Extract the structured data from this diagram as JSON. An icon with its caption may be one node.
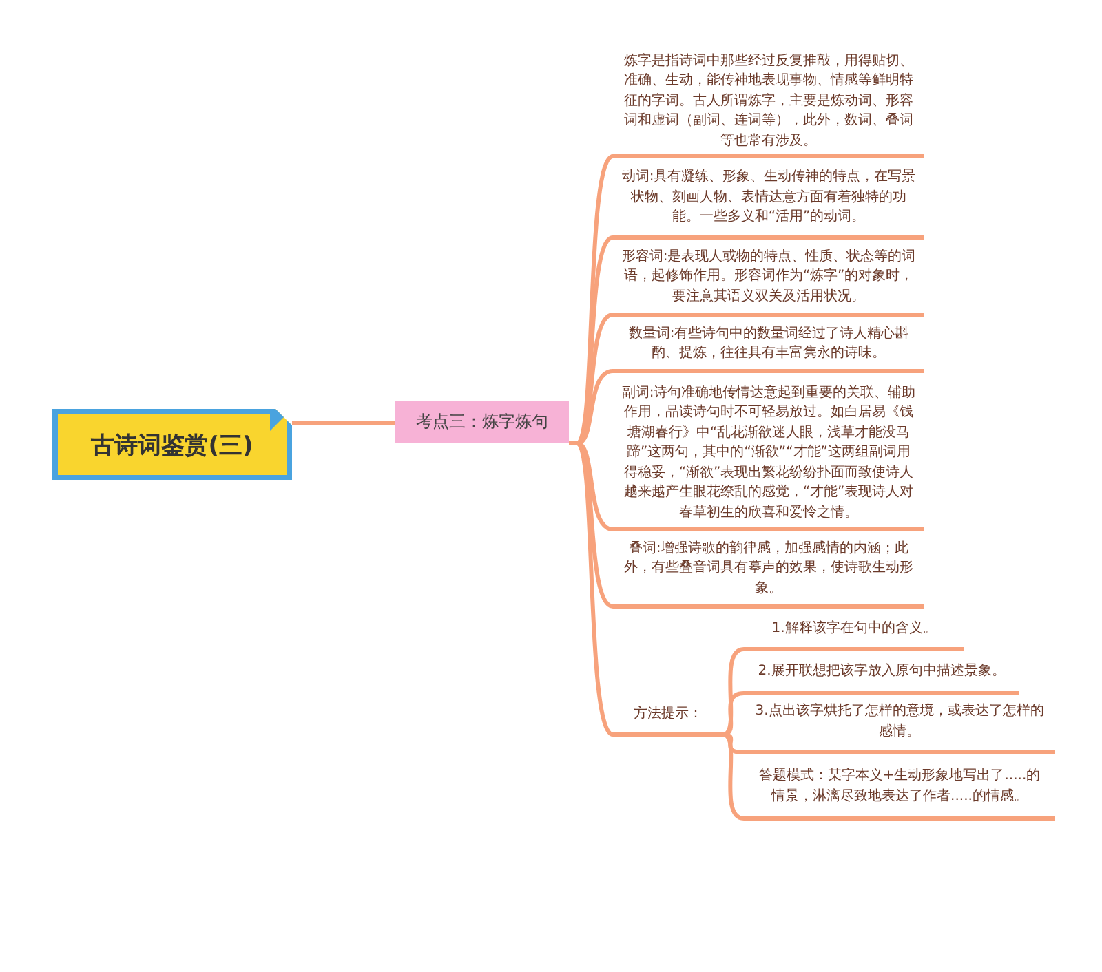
{
  "diagram": {
    "nodes": [
      {
        "text": [
          "古诗词鉴赏(三)"
        ]
      },
      {
        "text": [
          "考点三：炼字炼句"
        ]
      },
      {
        "text": [
          "炼字是指诗词中那些经过反复推敲，用得贴切、准确、生动，能传神地表现事物、情感等鲜明特征的字词。古人所谓炼字，主要是炼动词、形容词和虚词（副词、连词等），此外，数词、叠词等也常有涉及。"
        ]
      },
      {
        "text": [
          "动词:具有凝练、形象、生动传神的特点，在写景状物、刻画人物、表情达意方面有着独特的功能。一些多义和“活用”的动词。"
        ]
      },
      {
        "text": [
          "形容词:是表现人或物的特点、性质、状态等的词语，起修饰作用。形容词作为“炼字”的对象时，要注意其语义双关及活用状况。"
        ]
      },
      {
        "text": [
          "数量词:有些诗句中的数量词经过了诗人精心斟酌、提炼，往往具有丰富隽永的诗味。"
        ]
      },
      {
        "text": [
          "副词:诗句准确地传情达意起到重要的关联、辅助作用，品读诗句时不可轻易放过。如白居易《钱塘湖春行》中“乱花渐欲迷人眼，浅草才能没马蹄”这两句，其中的“渐欲”“才能”这两组副词用得稳妥，“渐欲”表现出繁花纷纷扑面而致使诗人越来越产生眼花缭乱的感觉，“才能”表现诗人对春草初生的欣喜和爱怜之情。"
        ]
      },
      {
        "text": [
          "叠词:增强诗歌的韵律感，加强感情的内涵；此外，有些叠音词具有摹声的效果，使诗歌生动形象。"
        ]
      },
      {
        "text": [
          "方法提示："
        ]
      },
      {
        "text": [
          "1.解释该字在句中的含义。"
        ]
      },
      {
        "text": [
          "2.展开联想把该字放入原句中描述景象。"
        ]
      },
      {
        "text": [
          "3.点出该字烘托了怎样的意境，或表达了怎样的感情。"
        ]
      },
      {
        "text": [
          "答题模式：某字本义+生动形象地写出了.....的情景，淋漓尽致地表达了作者.....的情感。"
        ]
      }
    ],
    "edges": [
      {
        "from": 0,
        "to": 1,
        "arrow": "none"
      },
      {
        "from": 1,
        "to": 2,
        "arrow": "none"
      },
      {
        "from": 1,
        "to": 3,
        "arrow": "none"
      },
      {
        "from": 1,
        "to": 4,
        "arrow": "none"
      },
      {
        "from": 1,
        "to": 5,
        "arrow": "none"
      },
      {
        "from": 1,
        "to": 6,
        "arrow": "none"
      },
      {
        "from": 1,
        "to": 7,
        "arrow": "none"
      },
      {
        "from": 1,
        "to": 8,
        "arrow": "none"
      },
      {
        "from": 8,
        "to": 9,
        "arrow": "none"
      },
      {
        "from": 8,
        "to": 10,
        "arrow": "none"
      },
      {
        "from": 8,
        "to": 11,
        "arrow": "none"
      },
      {
        "from": 8,
        "to": 12,
        "arrow": "none"
      }
    ]
  }
}
